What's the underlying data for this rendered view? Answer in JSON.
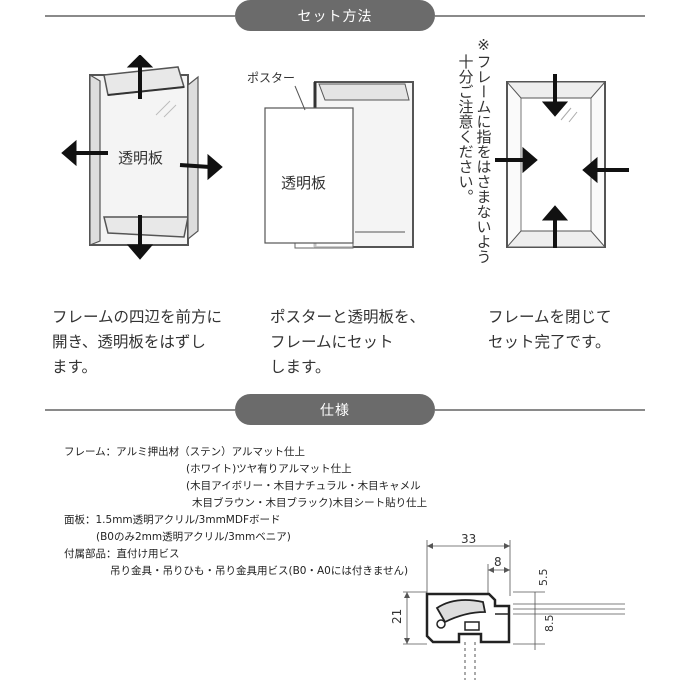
{
  "sections": {
    "setup_title": "セット方法",
    "spec_title": "仕様"
  },
  "steps": [
    {
      "label": "透明板",
      "caption": [
        "フレームの四辺を前方に",
        "開き、透明板をはずし",
        "ます。"
      ]
    },
    {
      "poster_label": "ポスター",
      "label": "透明板",
      "caption": [
        "ポスターと透明板を、",
        "フレームにセット",
        "します。"
      ]
    },
    {
      "caption": [
        "フレームを閉じて",
        "セット完了です。"
      ]
    }
  ],
  "note": {
    "line1": "※フレームに指をはさまないよう",
    "line2": "十分ご注意ください。"
  },
  "specs": {
    "frame_label": "フレーム：アルミ押出材（ステン）アルマット仕上",
    "frame_2": "(ホワイト)ツヤ有りアルマット仕上",
    "frame_3": "(木目アイボリー・木目ナチュラル・木目キャメル",
    "frame_4": "木目ブラウン・木目ブラック)木目シート貼り仕上",
    "panel_label": "面板：1.5mm透明アクリル/3mmMDFボード",
    "panel_2": "(B0のみ2mm透明アクリル/3mmベニア)",
    "parts_label": "付属部品：直付け用ビス",
    "parts_2": "吊り金具・吊りひも・吊り金具用ビス(B0・A0には付きません)"
  },
  "dimensions": {
    "width": "33",
    "lip": "8",
    "height": "21",
    "top": "5.5",
    "bottom": "8.5"
  }
}
